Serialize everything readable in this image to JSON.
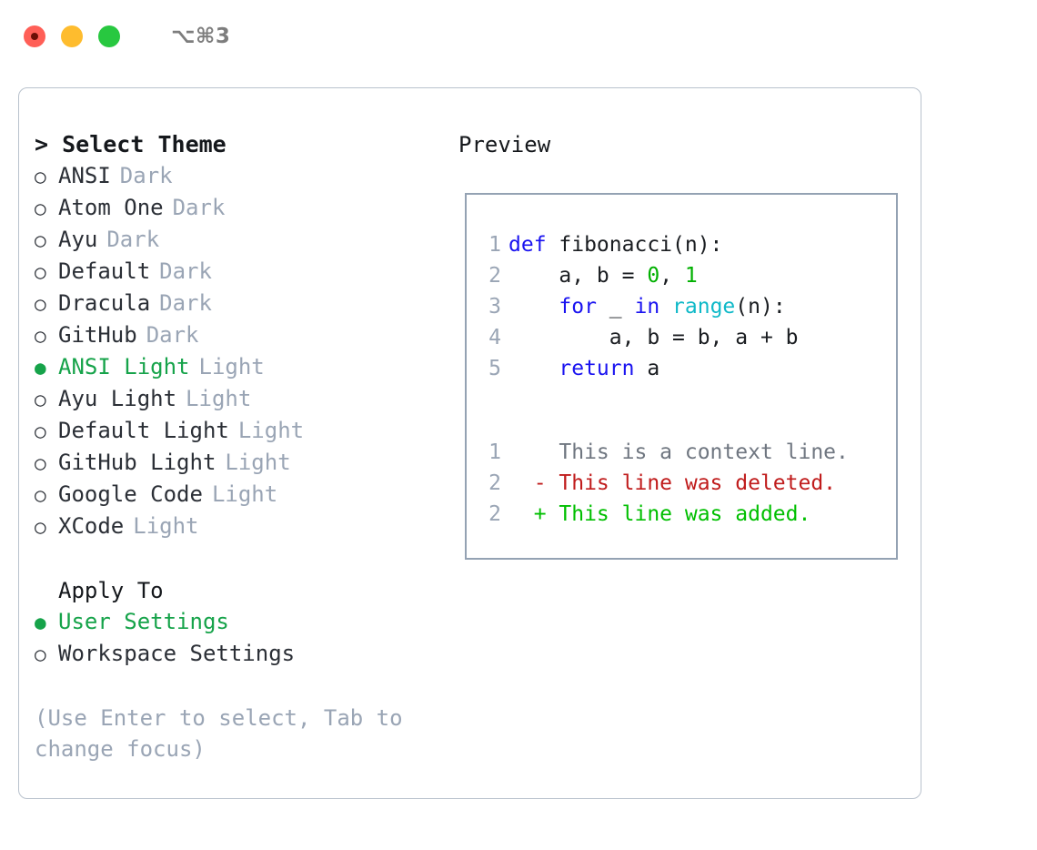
{
  "titlebar": {
    "shortcut": "⌥⌘3",
    "window_controls": [
      {
        "name": "close",
        "color": "#ff5f57"
      },
      {
        "name": "minimize",
        "color": "#febc2e"
      },
      {
        "name": "zoom",
        "color": "#28c840"
      }
    ]
  },
  "colors": {
    "accent_green": "#16a34a",
    "muted": "#9aa5b5",
    "text": "#2b2f36",
    "border": "#94a2b3",
    "panel_border": "#b9c2cd",
    "keyword": "#1a13f0",
    "function": "#0fb9c8",
    "number": "#00b000",
    "diff_added": "#00bf00",
    "diff_deleted": "#c01c1c",
    "diff_context": "#6f7680"
  },
  "theme_picker": {
    "heading": "> Select Theme",
    "bullet_selected": "●",
    "bullet_unselected": "○",
    "themes": [
      {
        "name": "ANSI",
        "badge": "Dark",
        "selected": false
      },
      {
        "name": "Atom One",
        "badge": "Dark",
        "selected": false
      },
      {
        "name": "Ayu",
        "badge": "Dark",
        "selected": false
      },
      {
        "name": "Default",
        "badge": "Dark",
        "selected": false
      },
      {
        "name": "Dracula",
        "badge": "Dark",
        "selected": false
      },
      {
        "name": "GitHub",
        "badge": "Dark",
        "selected": false
      },
      {
        "name": "ANSI Light",
        "badge": "Light",
        "selected": true
      },
      {
        "name": "Ayu Light",
        "badge": "Light",
        "selected": false
      },
      {
        "name": "Default Light",
        "badge": "Light",
        "selected": false
      },
      {
        "name": "GitHub Light",
        "badge": "Light",
        "selected": false
      },
      {
        "name": "Google Code",
        "badge": "Light",
        "selected": false
      },
      {
        "name": "XCode",
        "badge": "Light",
        "selected": false
      }
    ]
  },
  "apply_to": {
    "heading": "Apply To",
    "options": [
      {
        "name": "User Settings",
        "selected": true
      },
      {
        "name": "Workspace Settings",
        "selected": false
      }
    ]
  },
  "hint": "(Use Enter to select, Tab to change focus)",
  "preview": {
    "title": "Preview",
    "code_lines": [
      {
        "number": "1",
        "tokens": [
          {
            "text": "def ",
            "type": "kw"
          },
          {
            "text": "fibonacci(n):",
            "type": "plain"
          }
        ]
      },
      {
        "number": "2",
        "tokens": [
          {
            "text": "    a, b = ",
            "type": "plain"
          },
          {
            "text": "0",
            "type": "num"
          },
          {
            "text": ", ",
            "type": "plain"
          },
          {
            "text": "1",
            "type": "num"
          }
        ]
      },
      {
        "number": "3",
        "tokens": [
          {
            "text": "    ",
            "type": "plain"
          },
          {
            "text": "for",
            "type": "kw"
          },
          {
            "text": " _ ",
            "type": "plain"
          },
          {
            "text": "in",
            "type": "kw"
          },
          {
            "text": " ",
            "type": "plain"
          },
          {
            "text": "range",
            "type": "fn"
          },
          {
            "text": "(n):",
            "type": "plain"
          }
        ]
      },
      {
        "number": "4",
        "tokens": [
          {
            "text": "        a, b = b, a + b",
            "type": "plain"
          }
        ]
      },
      {
        "number": "5",
        "tokens": [
          {
            "text": "    ",
            "type": "plain"
          },
          {
            "text": "return",
            "type": "kw"
          },
          {
            "text": " a",
            "type": "plain"
          }
        ]
      }
    ],
    "diff_lines": [
      {
        "number": "1",
        "marker": " ",
        "text": "This is a context line.",
        "kind": "ctx"
      },
      {
        "number": "2",
        "marker": "-",
        "text": "This line was deleted.",
        "kind": "del"
      },
      {
        "number": "2",
        "marker": "+",
        "text": "This line was added.",
        "kind": "add"
      }
    ]
  }
}
